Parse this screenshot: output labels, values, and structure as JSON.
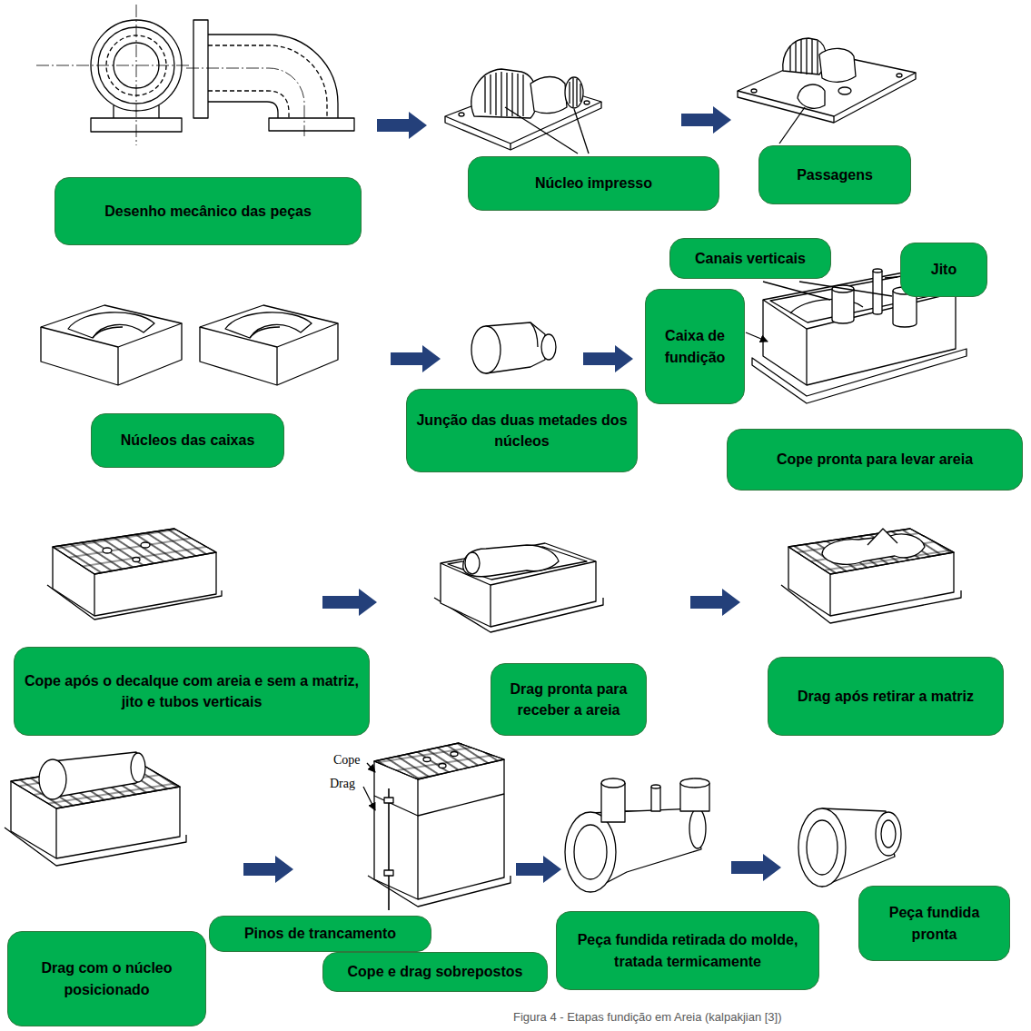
{
  "diagram": {
    "caption": "Figura 4 - Etapas fundição em Areia (kalpakjian [3])",
    "nodes": [
      {
        "text": [
          "Desenho mecânico das peças"
        ]
      },
      {
        "text": [
          "Núcleo impresso"
        ]
      },
      {
        "text": [
          "Passagens"
        ]
      },
      {
        "text": [
          "Canais verticais"
        ]
      },
      {
        "text": [
          "Jito"
        ]
      },
      {
        "text": [
          "Caixa de fundição"
        ]
      },
      {
        "text": [
          "Núcleos das caixas"
        ]
      },
      {
        "text": [
          "Junção das duas metades dos núcleos"
        ]
      },
      {
        "text": [
          "Cope pronta para levar areia"
        ]
      },
      {
        "text": [
          "Cope após o decalque com areia e sem a matriz, jito e tubos verticais"
        ]
      },
      {
        "text": [
          "Drag pronta para receber a areia"
        ]
      },
      {
        "text": [
          "Drag após retirar a matriz"
        ]
      },
      {
        "text": [
          "Pinos de trancamento"
        ]
      },
      {
        "text": [
          "Drag com o núcleo posicionado"
        ]
      },
      {
        "text": [
          "Cope e drag sobrepostos"
        ]
      },
      {
        "text": [
          "Peça fundida retirada do molde, tratada termicamente"
        ]
      },
      {
        "text": [
          "Peça fundida pronta"
        ]
      }
    ],
    "labels": [
      "Cope",
      "Drag"
    ]
  }
}
